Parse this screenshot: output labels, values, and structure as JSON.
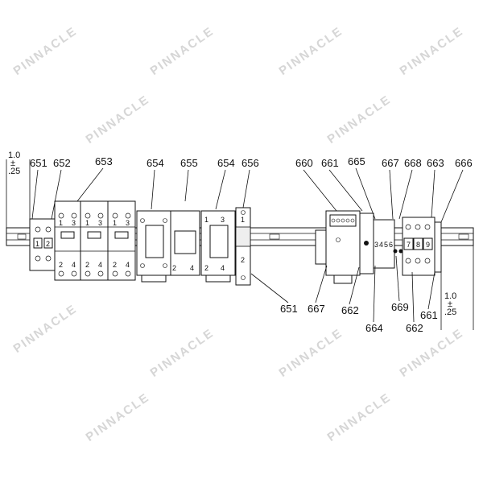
{
  "watermark": {
    "text": "PINNACLE"
  },
  "dimension_left": {
    "value": "1.0",
    "sign": "±",
    "tolerance": ".25"
  },
  "dimension_right": {
    "value": "1.0",
    "sign": "±",
    "tolerance": ".25"
  },
  "callouts_top": [
    "651",
    "652",
    "653",
    "654",
    "655",
    "654",
    "656",
    "660",
    "661",
    "665",
    "667",
    "668",
    "663",
    "666"
  ],
  "callouts_bottom": [
    "651",
    "667",
    "662",
    "664",
    "669",
    "662",
    "661"
  ],
  "terminal_labels": {
    "left_block": [
      "1",
      "2"
    ],
    "breaker_top": [
      "1",
      "3",
      "1",
      "3",
      "1",
      "3"
    ],
    "breaker_bottom": [
      "2",
      "4",
      "2",
      "4",
      "2",
      "4"
    ],
    "contactor_a_bottom": [
      "2",
      "4"
    ],
    "contactor_b_top": [
      "1",
      "3"
    ],
    "contactor_b_bottom": [
      "2",
      "4"
    ],
    "end_block": [
      "1",
      "2"
    ],
    "right_group_a": [
      "3",
      "4",
      "5",
      "6"
    ],
    "right_group_b": [
      "7",
      "8",
      "9"
    ]
  }
}
